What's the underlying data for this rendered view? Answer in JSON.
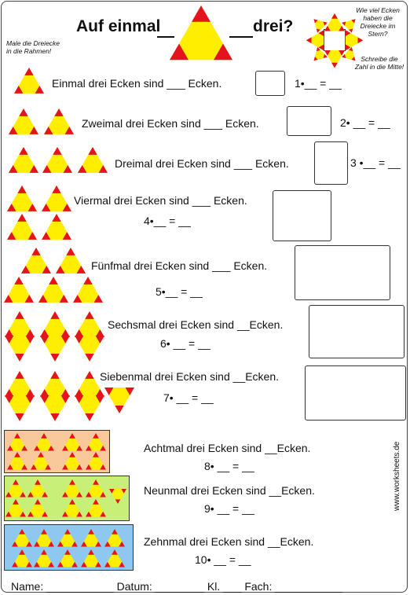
{
  "header": {
    "title_left": "Auf einmal",
    "title_right": "drei?",
    "note_left": [
      "Male die Dreiecke",
      "in die Rahmen!"
    ],
    "note_right_top": [
      "Wie viel Ecken",
      "haben die",
      "Dreiecke im",
      "Stern?"
    ],
    "note_right_bottom": [
      "Schreibe die",
      "Zahl in die Mitte!"
    ]
  },
  "rows": [
    {
      "text": "Einmal drei Ecken sind ___ Ecken.",
      "eq": "1•__ = __"
    },
    {
      "text": "Zweimal drei Ecken sind ___ Ecken.",
      "eq": "2• __ = __"
    },
    {
      "text": "Dreimal drei Ecken sind ___ Ecken.",
      "eq": "3 •__ = __"
    },
    {
      "text": "Viermal drei Ecken sind ___ Ecken.",
      "eq": "4•__ = __"
    },
    {
      "text": "Fünfmal drei Ecken sind ___ Ecken.",
      "eq": "5•__ = __"
    },
    {
      "text": "Sechsmal drei Ecken sind __Ecken.",
      "eq": "6• __ = __"
    },
    {
      "text": "Siebenmal drei Ecken sind __Ecken.",
      "eq": "7• __ = __"
    },
    {
      "text": "Achtmal drei Ecken sind __Ecken.",
      "eq": "8• __ = __"
    },
    {
      "text": "Neunmal drei Ecken sind __Ecken.",
      "eq": "9• __ = __"
    },
    {
      "text": "Zehnmal drei Ecken sind __Ecken.",
      "eq": "10• __ = __"
    }
  ],
  "footer": "Name: ___________ Datum: ________ Kl. ___ Fach: ___________",
  "side_text": "www.worksheets.de",
  "colors": {
    "triangle_fill": "#ffee00",
    "corner_fill": "#e4141e",
    "panel_orange": "#f9c89b",
    "panel_green": "#c8f078",
    "panel_blue": "#8ec8f0"
  }
}
